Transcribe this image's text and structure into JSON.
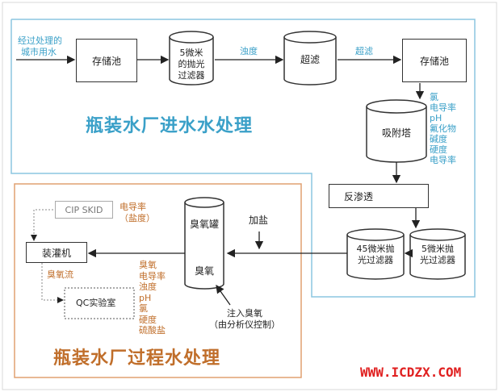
{
  "input_label_1": "经过处理的",
  "input_label_2": "城市用水",
  "storage_1": "存储池",
  "polish_filter": [
    "5微米",
    "的抛光",
    "过滤器"
  ],
  "turbidity": "浊度",
  "ultrafilter": "超滤",
  "ultrafilter_arrow": "超滤",
  "storage_2": "存储池",
  "adsorption_tower": "吸附塔",
  "params_right": [
    "氯",
    "电导率",
    "pH",
    "氟化物",
    "碱度",
    "硬度",
    "电导率"
  ],
  "section_title_1": "瓶装水厂进水水处理",
  "reverse_osmosis": "反渗透",
  "cip_skid": "CIP SKID",
  "cip_params": [
    "电导率",
    "（盐度）"
  ],
  "ozone_tank_top": "臭氧罐",
  "ozone_tank_bottom": "臭氧",
  "add_salt": "加盐",
  "filter_45": [
    "45微米抛",
    "光过滤器"
  ],
  "filter_5": [
    "5微米抛",
    "光过滤器"
  ],
  "filler": "装灌机",
  "ozone_flow": "臭氧流",
  "qc_lab": "QC实验室",
  "qc_params": [
    "臭氧",
    "电导率",
    "浊度",
    "pH",
    "氯",
    "硬度",
    "硫酸盐"
  ],
  "inject_ozone": [
    "注入臭氧",
    "（由分析仪控制）"
  ],
  "section_title_2": "瓶装水厂过程水处理",
  "watermark": "WWW.ICDZX.COM",
  "colors": {
    "blue": "#3aa0c8",
    "orange": "#c06e2a",
    "red": "#e02020",
    "box_border": "#333333"
  }
}
